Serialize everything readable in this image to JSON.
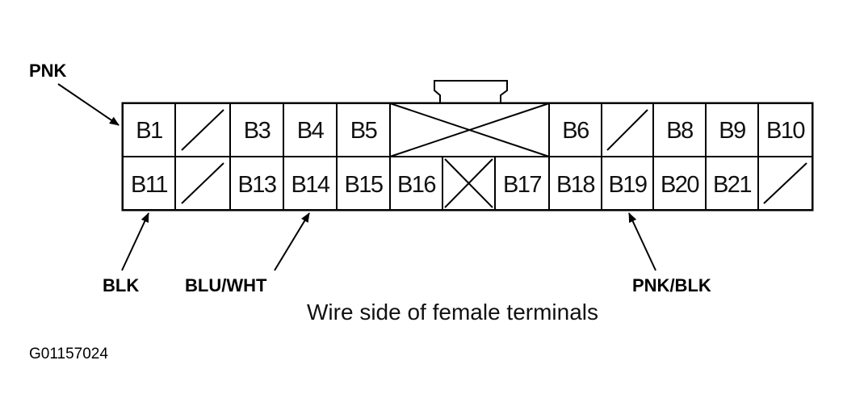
{
  "connector": {
    "top_row": [
      "B1",
      "",
      "B3",
      "B4",
      "B5",
      "",
      "B6",
      "",
      "B8",
      "B9",
      "B10"
    ],
    "bottom_row": [
      "B11",
      "",
      "B13",
      "B14",
      "B15",
      "B16",
      "",
      "B17",
      "B18",
      "B19",
      "B20",
      "B21",
      ""
    ]
  },
  "wire_labels": {
    "pnk": "PNK",
    "blk": "BLK",
    "blu_wht": "BLU/WHT",
    "pnk_blk": "PNK/BLK"
  },
  "caption": "Wire side of female terminals",
  "figure_id": "G01157024"
}
